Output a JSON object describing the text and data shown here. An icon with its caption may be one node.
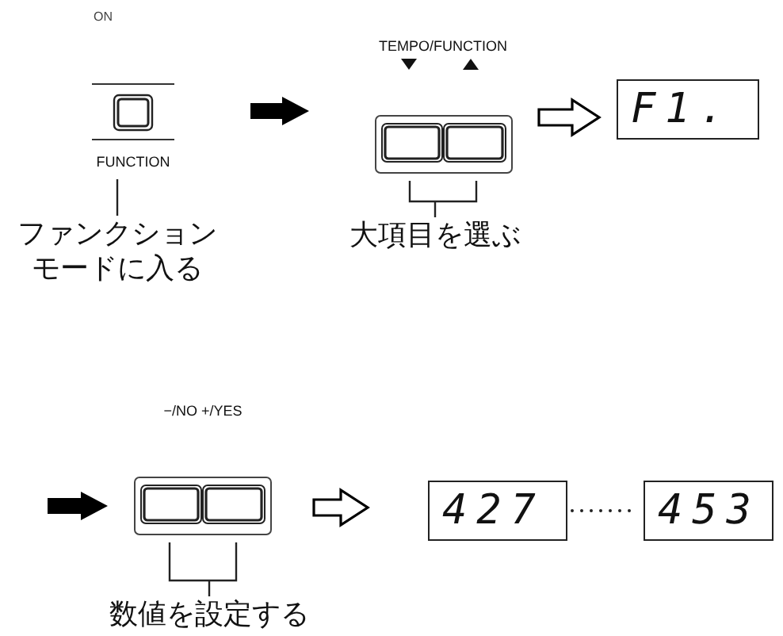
{
  "diagram": {
    "nodes": [
      {
        "text": [
          "FUNCTION"
        ]
      },
      {
        "text": [
          "ファンクションモードに入る"
        ]
      },
      {
        "text": [
          "TEMPO/FUNCTION"
        ]
      },
      {
        "text": [
          "大項目を選ぶ"
        ]
      },
      {
        "text": [
          "F1."
        ]
      },
      {
        "text": [
          "−/NO +/YES"
        ]
      },
      {
        "text": [
          "数値を設定する"
        ]
      },
      {
        "text": [
          "427"
        ]
      },
      {
        "text": [
          "453"
        ]
      }
    ],
    "edges": [
      {
        "from": 0,
        "to": 2,
        "arrow": "to",
        "style": "thick"
      },
      {
        "from": 1,
        "to": 0,
        "arrow": "none"
      },
      {
        "from": 2,
        "to": 4,
        "arrow": "to"
      },
      {
        "from": 3,
        "to": 2,
        "arrow": "none"
      },
      {
        "from": null,
        "to": 5,
        "arrow": "to",
        "style": "thick"
      },
      {
        "from": 5,
        "to": 7,
        "arrow": "to"
      },
      {
        "from": 6,
        "to": 5,
        "arrow": "none"
      },
      {
        "from": 7,
        "to": 8,
        "arrow": "none",
        "style": "dashed"
      }
    ],
    "labels": [
      "ON"
    ]
  }
}
